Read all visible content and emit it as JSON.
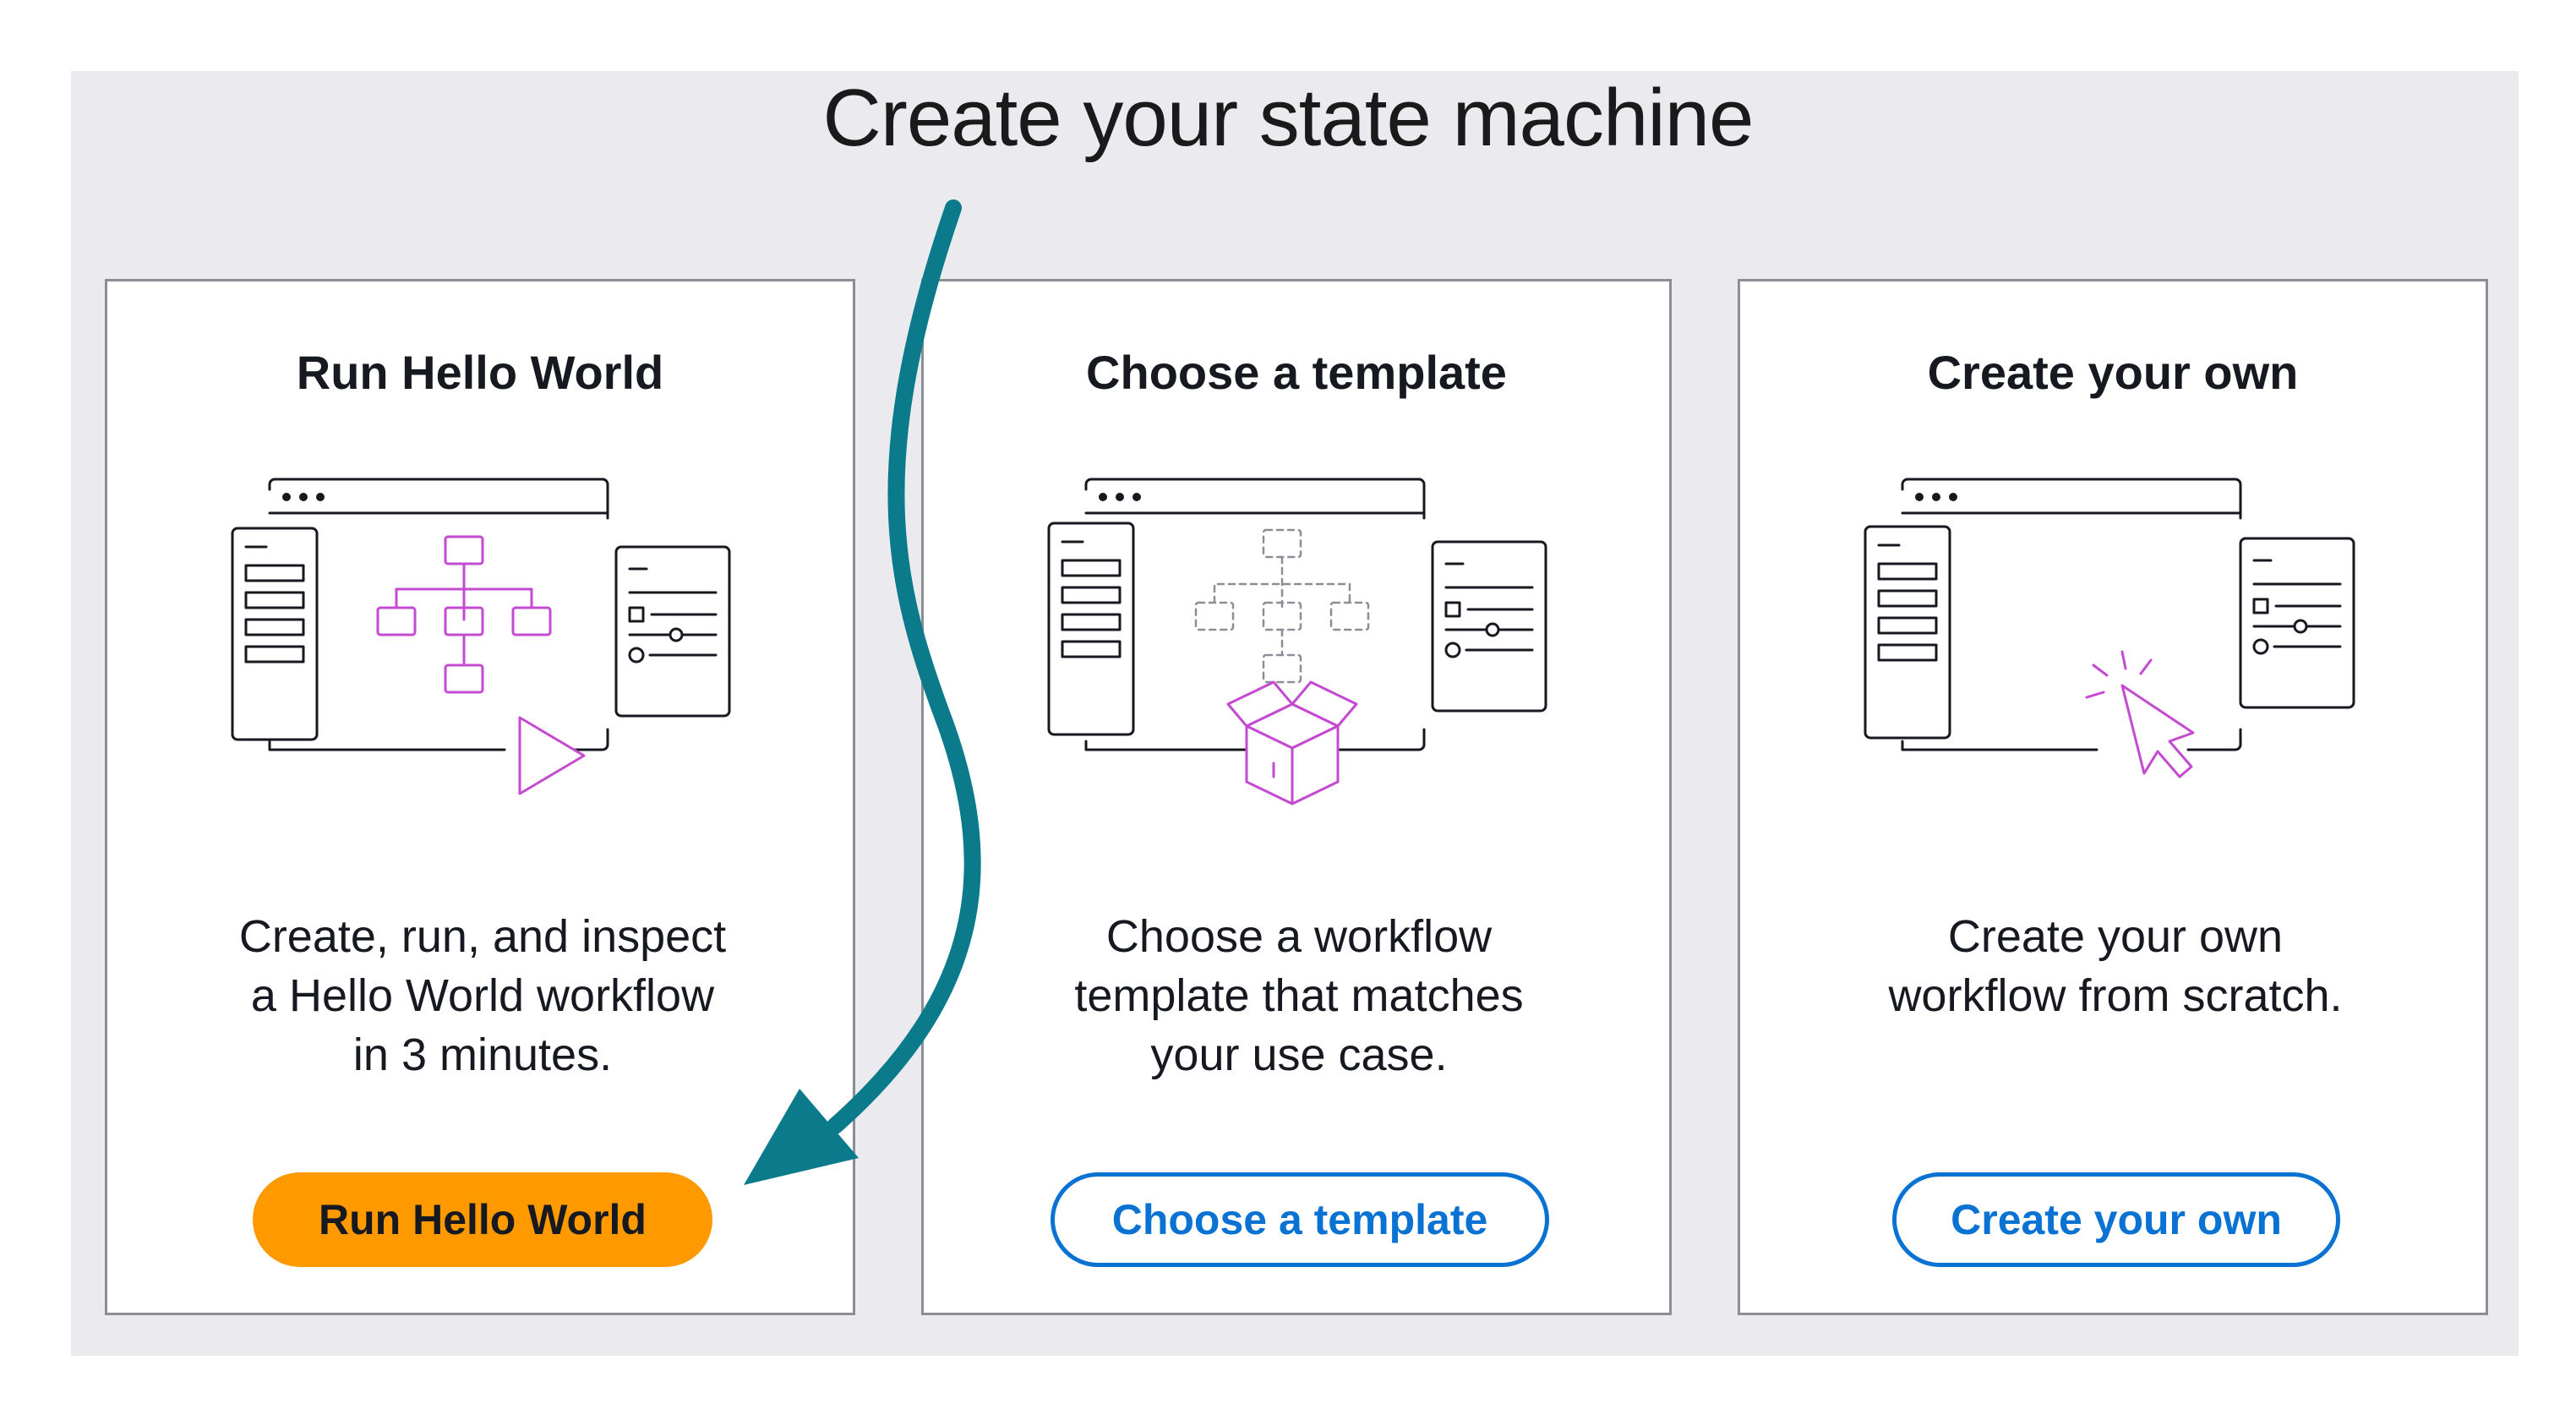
{
  "page": {
    "title": "Create your state machine"
  },
  "cards": [
    {
      "title": "Run Hello World",
      "description": [
        "Create, run, and inspect",
        "a Hello World workflow",
        "in 3 minutes."
      ],
      "button_label": "Run Hello World",
      "button_style": "primary",
      "illustration": "workflow-play-icon"
    },
    {
      "title": "Choose a template",
      "description": [
        "Choose a workflow",
        "template that matches",
        "your use case."
      ],
      "button_label": "Choose a template",
      "button_style": "secondary",
      "illustration": "template-box-icon"
    },
    {
      "title": "Create your own",
      "description": [
        "Create your own",
        "workflow from scratch."
      ],
      "button_label": "Create your own",
      "button_style": "secondary",
      "illustration": "cursor-click-icon"
    }
  ],
  "colors": {
    "panel_background": "#ebebef",
    "primary_button": "#ff9900",
    "secondary_button_text": "#0972d3",
    "illustration_accent": "#c44ad1",
    "annotation_arrow": "#0b7a8a"
  }
}
